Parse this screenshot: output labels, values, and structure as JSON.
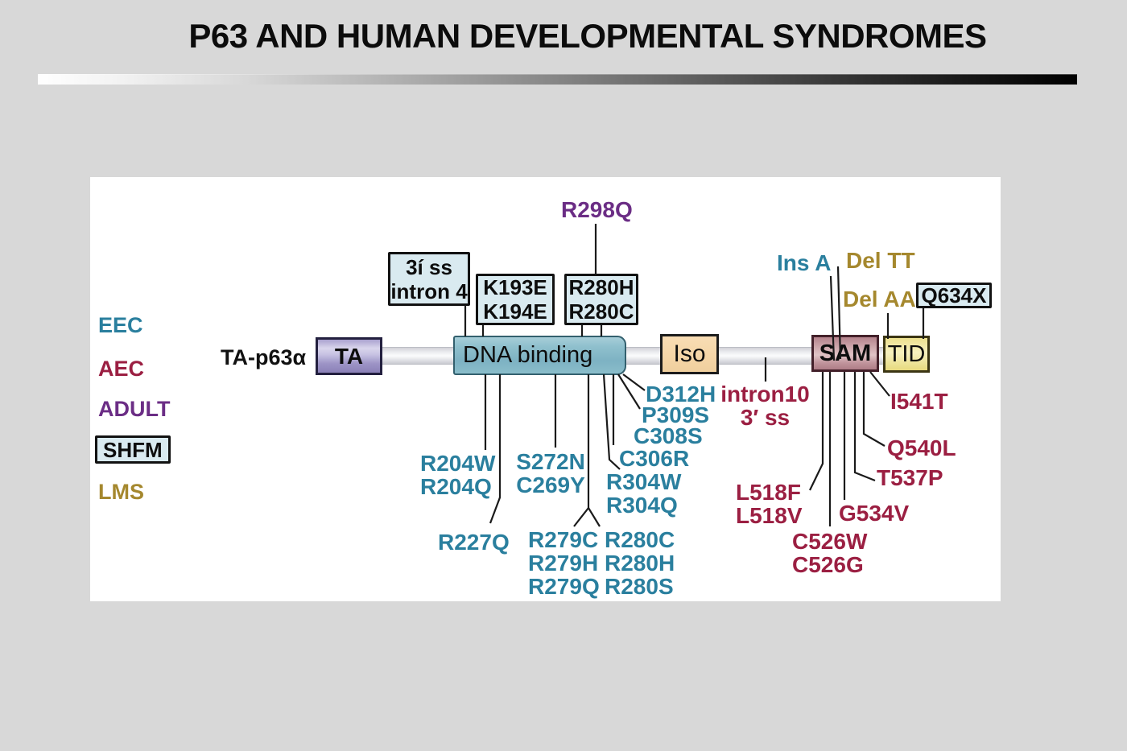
{
  "slide": {
    "title": "P63 AND HUMAN DEVELOPMENTAL SYNDROMES"
  },
  "colors": {
    "teal": "#2a7f9e",
    "maroon": "#9b1f42",
    "purple": "#6b2d85",
    "olive": "#a5882e",
    "slide_background": "#d8d8d8",
    "panel_background": "#ffffff",
    "box_blue_fill": "#d9eaf0",
    "ta_fill": "#9d94c6",
    "dna_binding_fill": "#7db2c3",
    "iso_fill": "#f5d5a6",
    "sam_fill": "#c0939b",
    "tid_fill": "#ecdf8c"
  },
  "legend": {
    "eec": "EEC",
    "aec": "AEC",
    "adult": "ADULT",
    "shfm": "SHFM",
    "lms": "LMS"
  },
  "protein": {
    "name": "TA-p63α",
    "domains": {
      "ta": "TA",
      "dna": "DNA binding",
      "iso": "Iso",
      "sam": "SAM",
      "tid": "TID"
    }
  },
  "boxed": {
    "ss_intron4": {
      "line1": "3í ss",
      "line2": "intron 4"
    },
    "k193": {
      "line1": "K193E",
      "line2": "K194E"
    },
    "r280": {
      "line1": "R280H",
      "line2": "R280C"
    },
    "q634x": {
      "label": "Q634X"
    }
  },
  "mut": {
    "r298q": "R298Q",
    "ins_a": "Ins A",
    "del_tt": "Del TT",
    "del_aa": "Del AA",
    "r204": {
      "line1": "R204W",
      "line2": "R204Q"
    },
    "s272": {
      "line1": "S272N",
      "line2": "C269Y"
    },
    "r227": "R227Q",
    "r279": {
      "line1": "R279C",
      "line2": "R279H",
      "line3": "R279Q"
    },
    "r280": {
      "line1": "R280C",
      "line2": "R280H",
      "line3": "R280S"
    },
    "r304": {
      "line1": "R304W",
      "line2": "R304Q"
    },
    "c306": "C306R",
    "c308": "C308S",
    "p309": "P309S",
    "d312": "D312H",
    "intron10": {
      "line1": "intron10",
      "line2": "3′ ss"
    },
    "i541": "I541T",
    "q540": "Q540L",
    "t537": "T537P",
    "l518": {
      "line1": "L518F",
      "line2": "L518V"
    },
    "g534": "G534V",
    "c526": {
      "line1": "C526W",
      "line2": "C526G"
    }
  }
}
